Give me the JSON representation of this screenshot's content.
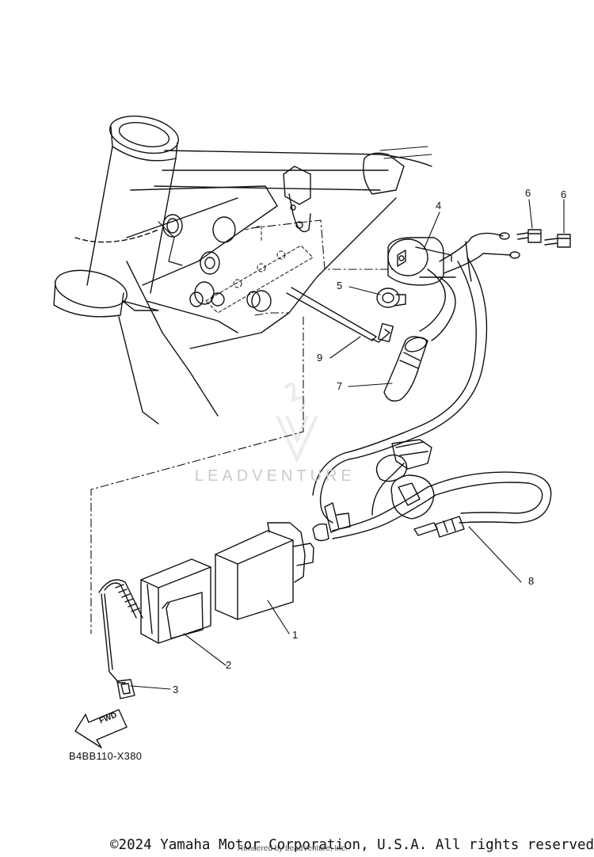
{
  "diagram": {
    "callouts": [
      {
        "id": "1",
        "label": "1"
      },
      {
        "id": "2",
        "label": "2"
      },
      {
        "id": "3",
        "label": "3"
      },
      {
        "id": "4",
        "label": "4"
      },
      {
        "id": "5",
        "label": "5"
      },
      {
        "id": "6a",
        "label": "6"
      },
      {
        "id": "6b",
        "label": "6"
      },
      {
        "id": "7",
        "label": "7"
      },
      {
        "id": "8",
        "label": "8"
      },
      {
        "id": "9",
        "label": "9"
      }
    ],
    "part_code": "B4BB110-X380",
    "fwd_label": "FWD"
  },
  "watermark": {
    "text": "LEADVENTURE",
    "icon": "leadventure-logo-icon"
  },
  "footer": {
    "copyright": "©2024 Yamaha Motor Corporation, U.S.A. All rights reserved.",
    "rendered_by": "Rendered by LeadVenture, Inc."
  },
  "colors": {
    "line": "#111111",
    "watermark": "#c9c9c9",
    "background": "#ffffff"
  }
}
